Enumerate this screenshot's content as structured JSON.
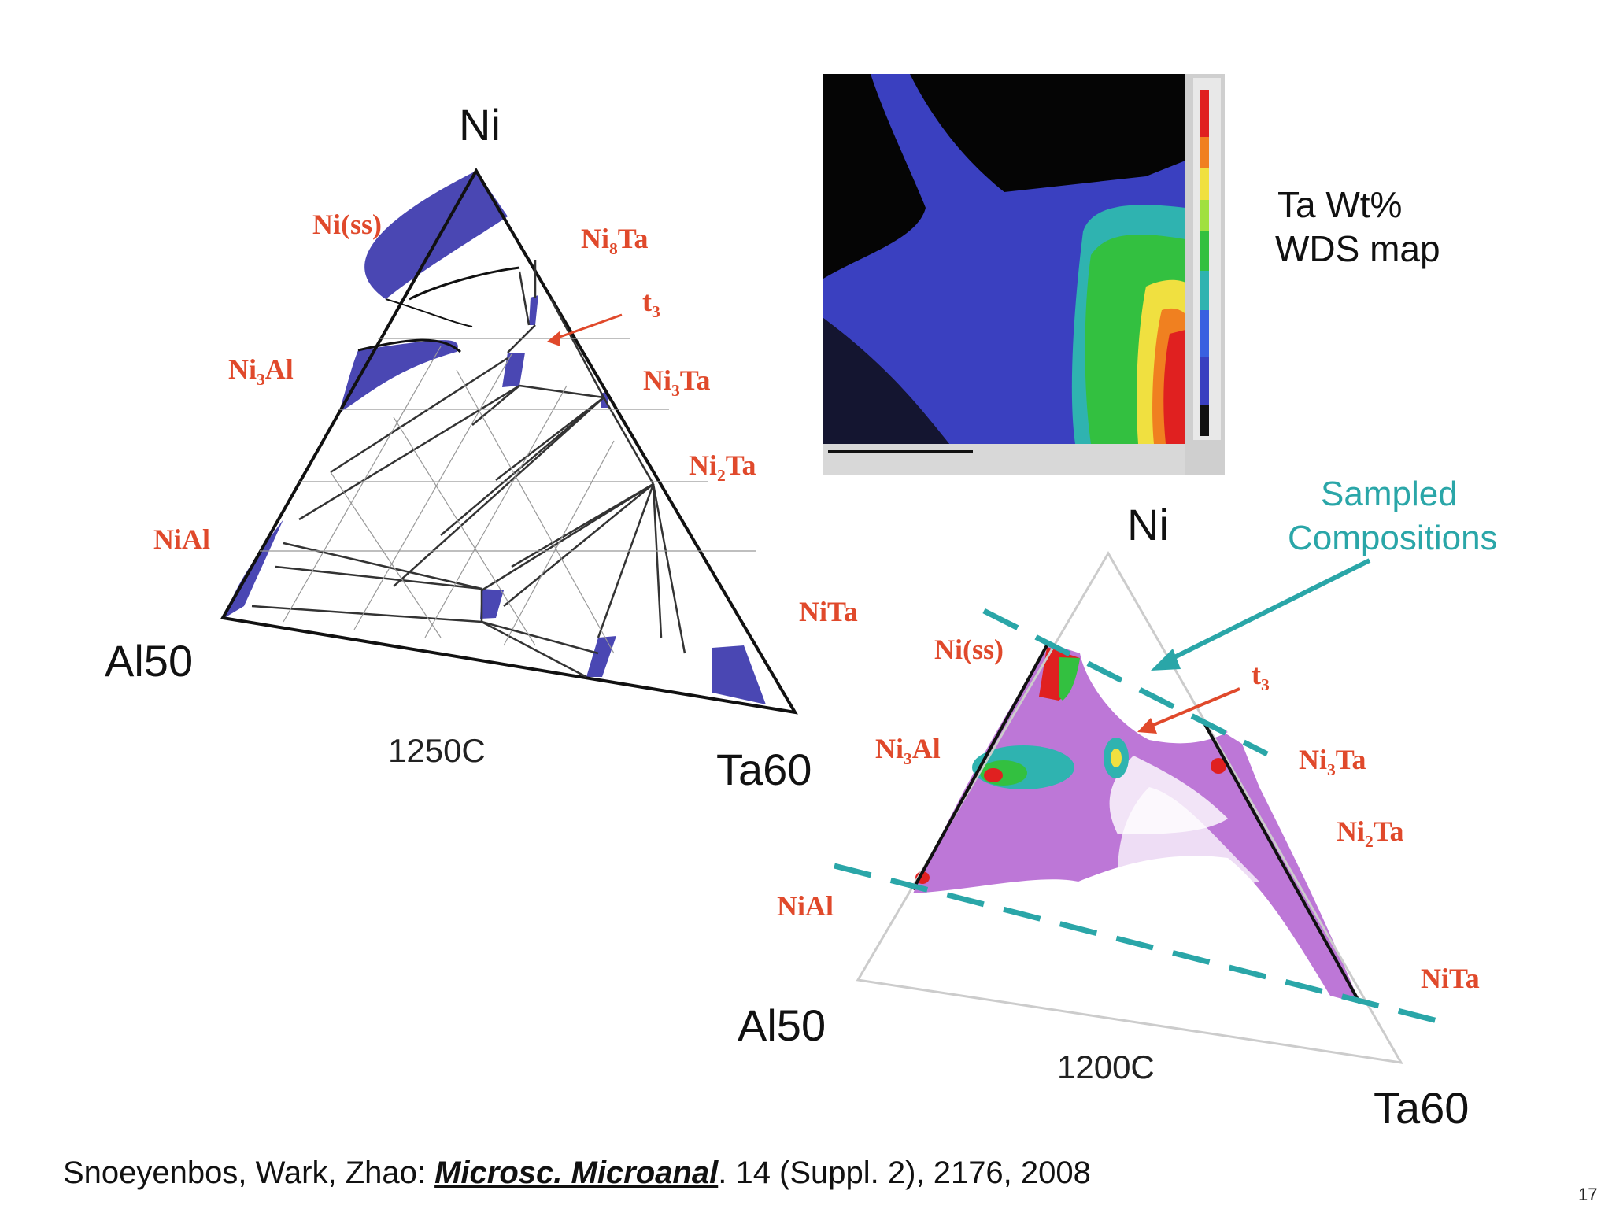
{
  "left_diagram": {
    "vertex_top": "Ni",
    "vertex_left": "Al50",
    "vertex_right": "Ta60",
    "temperature": "1250C",
    "phases": {
      "niss": "Ni(ss)",
      "ni8ta": "Ni8Ta",
      "t3": "t3",
      "ni3al": "Ni3Al",
      "ni3ta": "Ni3Ta",
      "ni2ta": "Ni2Ta",
      "nial": "NiAl",
      "nita": "NiTa"
    }
  },
  "wds_map": {
    "title_line1": "Ta Wt%",
    "title_line2": "WDS map"
  },
  "right_diagram": {
    "vertex_top": "Ni",
    "vertex_left": "Al50",
    "vertex_right": "Ta60",
    "temperature": "1200C",
    "annotation_line1": "Sampled",
    "annotation_line2": "Compositions",
    "phases": {
      "niss": "Ni(ss)",
      "t3": "t3",
      "ni3al": "Ni3Al",
      "ni3ta": "Ni3Ta",
      "ni2ta": "Ni2Ta",
      "nial": "NiAl",
      "nita": "NiTa"
    }
  },
  "citation": {
    "authors": "Snoeyenbos, Wark, Zhao: ",
    "journal": "Microsc. Microanal",
    "details": ". 14 (Suppl. 2), 2176, 2008"
  },
  "page_number": "17",
  "colors": {
    "phase_blue": "#4a47b3",
    "label_red": "#e0492b",
    "teal": "#2aa6a8",
    "purple": "#b15fd0"
  }
}
